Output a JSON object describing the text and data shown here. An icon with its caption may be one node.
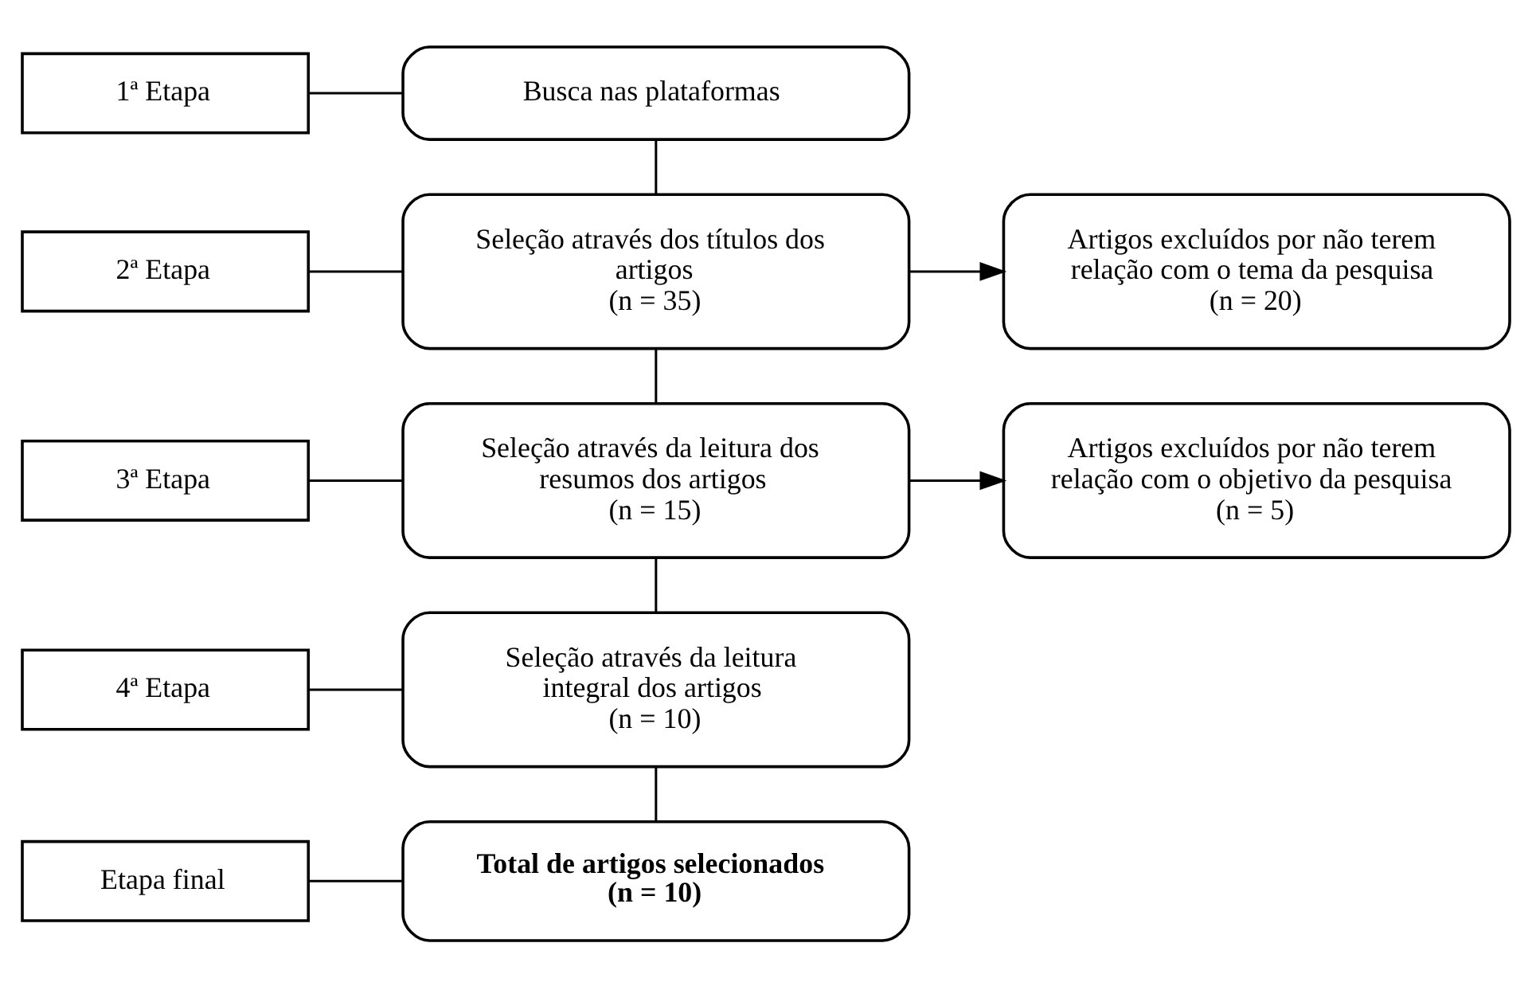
{
  "diagram": {
    "nodes": [
      {
        "text": [
          "1ª Etapa"
        ]
      },
      {
        "text": [
          "Busca nas plataformas"
        ]
      },
      {
        "text": [
          "2ª Etapa"
        ]
      },
      {
        "text": [
          "Seleção através dos títulos dos artigos",
          "(n = 35)"
        ]
      },
      {
        "text": [
          "Artigos excluídos por não terem relação com o tema da pesquisa",
          "(n = 20)"
        ]
      },
      {
        "text": [
          "3ª Etapa"
        ]
      },
      {
        "text": [
          "Seleção através da leitura dos resumos dos artigos",
          "(n = 15)"
        ]
      },
      {
        "text": [
          "Artigos excluídos por não terem relação com o objetivo da pesquisa",
          "(n = 5)"
        ]
      },
      {
        "text": [
          "4ª Etapa"
        ]
      },
      {
        "text": [
          "Seleção através da leitura integral dos artigos",
          "(n = 10)"
        ]
      },
      {
        "text": [
          "Etapa final"
        ]
      },
      {
        "text": [
          "Total de artigos selecionados",
          "(n = 10)"
        ]
      }
    ],
    "edges": [
      {
        "from": 0,
        "to": 1,
        "arrow": "none"
      },
      {
        "from": 1,
        "to": 3,
        "arrow": "none"
      },
      {
        "from": 2,
        "to": 3,
        "arrow": "none"
      },
      {
        "from": 3,
        "to": 6,
        "arrow": "none"
      },
      {
        "from": 3,
        "to": 4,
        "arrow": "to"
      },
      {
        "from": 5,
        "to": 6,
        "arrow": "none"
      },
      {
        "from": 6,
        "to": 9,
        "arrow": "none"
      },
      {
        "from": 6,
        "to": 7,
        "arrow": "to"
      },
      {
        "from": 8,
        "to": 9,
        "arrow": "none"
      },
      {
        "from": 9,
        "to": 11,
        "arrow": "none"
      },
      {
        "from": 10,
        "to": 11,
        "arrow": "none"
      }
    ]
  }
}
